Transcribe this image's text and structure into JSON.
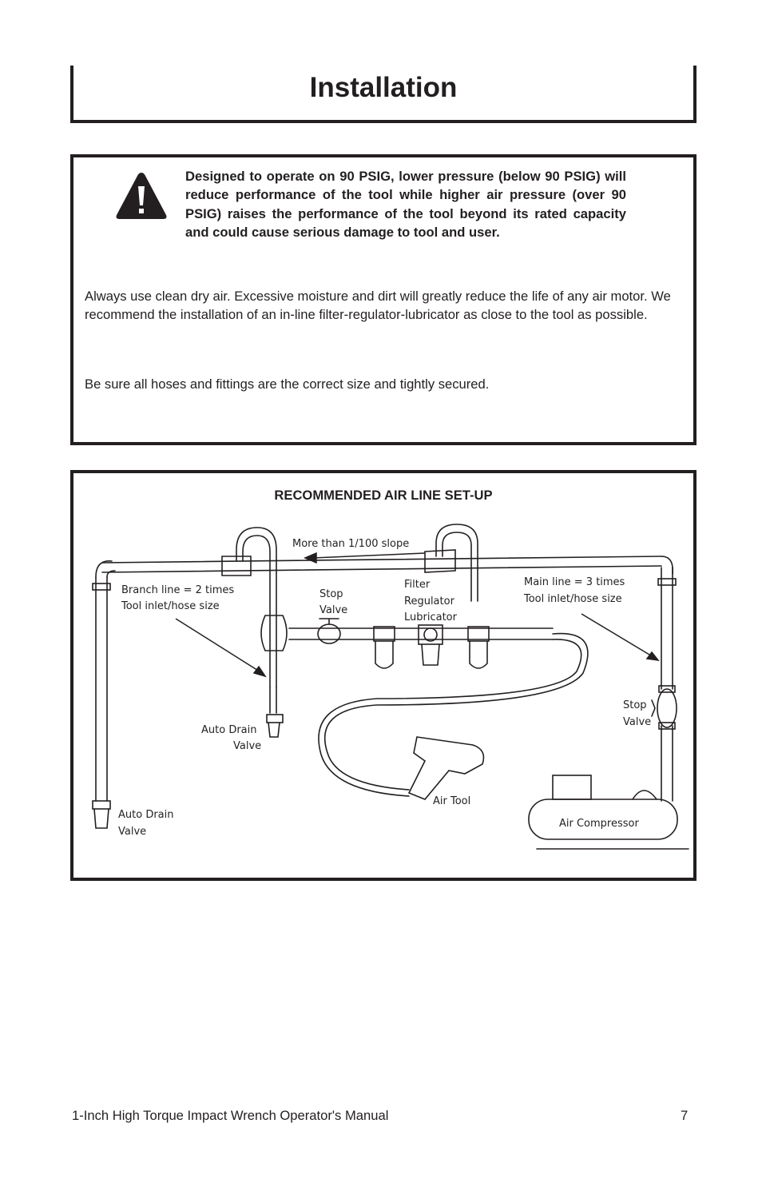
{
  "page": {
    "title": "Installation"
  },
  "warning": {
    "icon": "warning-triangle-icon",
    "text": "Designed to operate on 90 PSIG, lower pressure (below 90 PSIG) will reduce performance of the tool while higher air pressure (over 90 PSIG) raises the performance of the tool beyond its rated capacity and could cause serious damage to tool and user."
  },
  "paragraphs": {
    "clean_air": "Always use clean dry air. Excessive moisture and dirt will greatly reduce the life of any air motor. We recommend the installation of an in-line filter-regulator-lubricator as close to the tool as possible.",
    "hoses": "Be sure all hoses and fittings are the correct size and tightly secured."
  },
  "diagram": {
    "title": "RECOMMENDED AIR LINE SET-UP",
    "labels": {
      "slope": "More than 1/100 slope",
      "branch_line_1": "Branch line = 2 times",
      "branch_line_2": "Tool inlet/hose size",
      "stop_valve_left_1": "Stop",
      "stop_valve_left_2": "Valve",
      "frl_1": "Filter",
      "frl_2": "Regulator",
      "frl_3": "Lubricator",
      "main_line_1": "Main line = 3 times",
      "main_line_2": "Tool inlet/hose size",
      "stop_valve_right_1": "Stop",
      "stop_valve_right_2": "Valve",
      "auto_drain_mid_1": "Auto Drain",
      "auto_drain_mid_2": "Valve",
      "auto_drain_left_1": "Auto Drain",
      "auto_drain_left_2": "Valve",
      "air_tool": "Air Tool",
      "air_compressor": "Air Compressor"
    }
  },
  "footer": {
    "manual_title": "1-Inch High Torque Impact Wrench Operator's Manual",
    "page_number": "7"
  }
}
